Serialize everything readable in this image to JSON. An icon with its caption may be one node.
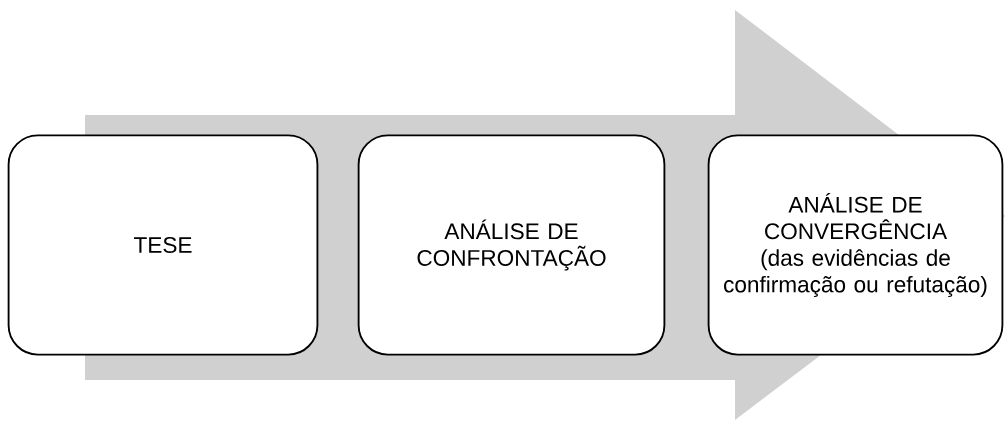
{
  "diagram": {
    "nodes": [
      {
        "text": [
          "TESE"
        ]
      },
      {
        "text": [
          "ANÁLISE DE CONFRONTAÇÃO"
        ]
      },
      {
        "text": [
          "ANÁLISE DE CONVERGÊNCIA",
          "(das evidências de confirmação ou refutação)"
        ]
      }
    ],
    "edges": [
      {
        "from": 0,
        "to": 2,
        "arrow": "to"
      }
    ]
  }
}
